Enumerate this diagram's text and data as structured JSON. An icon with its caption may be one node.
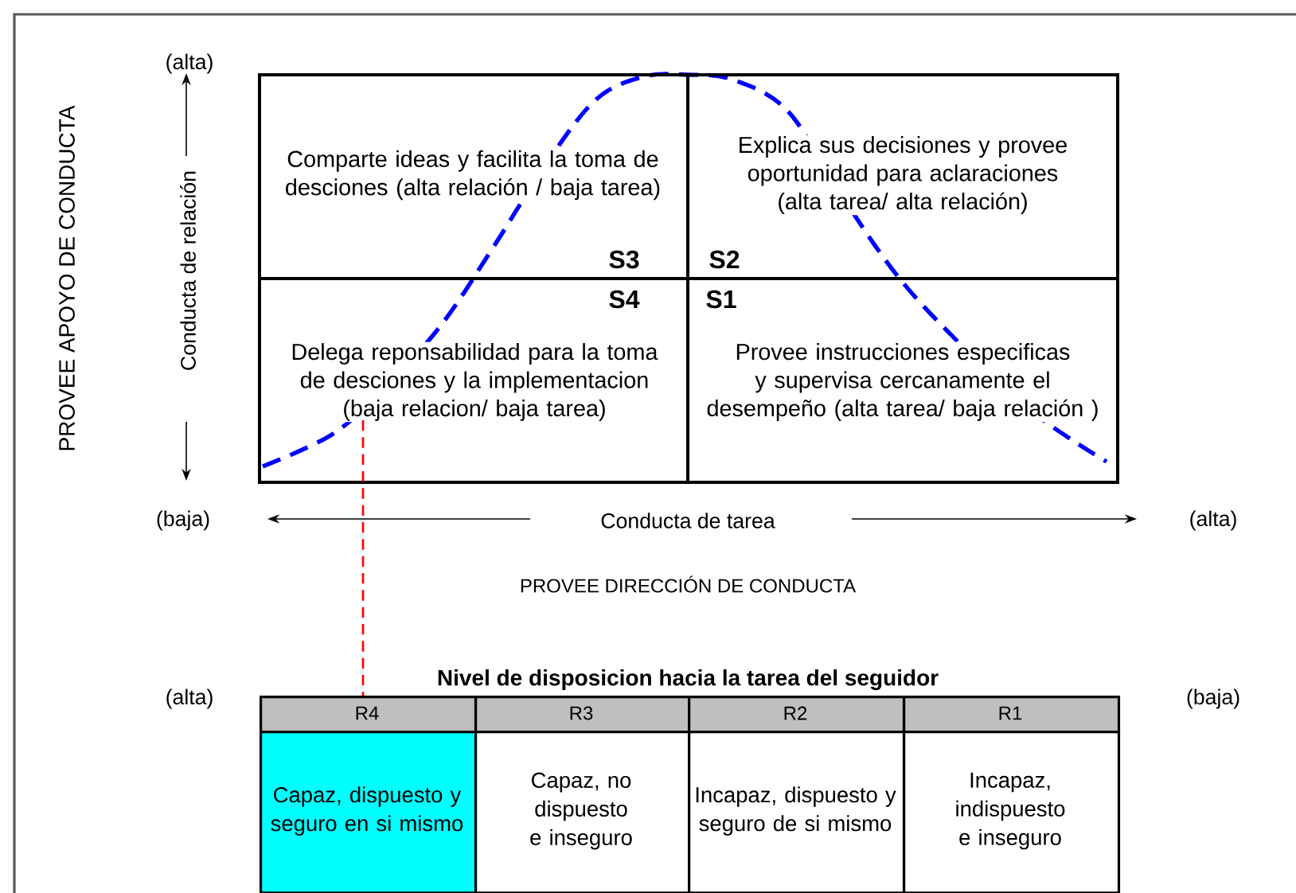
{
  "diagram": {
    "nodes": [
      {
        "text": [
          "Comparte ideas y facilita la toma de desciones (alta relación / baja tarea)",
          "S3"
        ]
      },
      {
        "text": [
          "Explica sus decisiones y provee oportunidad para aclaraciones (alta tarea/ alta relación)",
          "S2"
        ]
      },
      {
        "text": [
          "S4",
          "Delega reponsabilidad para la toma de desciones y la implementacion (baja relacion/ baja tarea)"
        ]
      },
      {
        "text": [
          "S1",
          "Provee instrucciones especificas y supervisa cercanamente el desempeño (alta tarea/ baja relación )"
        ]
      },
      {
        "text": [
          "R4"
        ]
      },
      {
        "text": [
          "R3"
        ]
      },
      {
        "text": [
          "R2"
        ]
      },
      {
        "text": [
          "R1"
        ]
      },
      {
        "text": [
          "Capaz, dispuesto y seguro en si mismo"
        ]
      },
      {
        "text": [
          "Capaz, no dispuesto e inseguro"
        ]
      },
      {
        "text": [
          "Incapaz, dispuesto y seguro de si mismo"
        ]
      },
      {
        "text": [
          "Incapaz, indispuesto e inseguro"
        ]
      }
    ],
    "edges": [
      {
        "from": 2,
        "to": 4,
        "arrow": "none",
        "style": "dashed",
        "color": "#ff0000"
      }
    ],
    "labels": [
      "(alta)",
      "PROVEE APOYO DE CONDUCTA",
      "Conducta de relación",
      "(baja)",
      "Conducta de tarea",
      "(alta)",
      "PROVEE DIRECCIÓN DE CONDUCTA",
      "(alta)",
      "Nivel de disposicion hacia la tarea del seguidor",
      "(baja)"
    ]
  }
}
